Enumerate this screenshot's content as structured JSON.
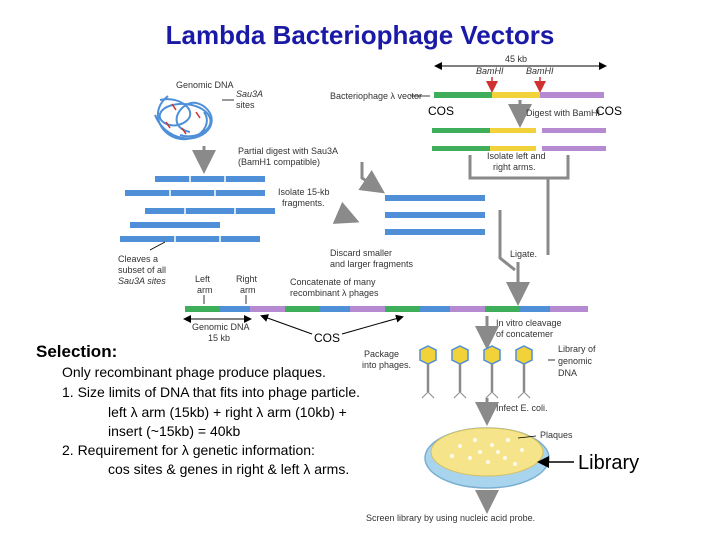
{
  "title": "Lambda Bacteriophage Vectors",
  "top_right": {
    "length_label": "45 kb",
    "bamhi_left": "BamHI",
    "bamhi_right": "BamHI",
    "vector_label": "Bacteriophage λ vector",
    "cos_left": "COS",
    "cos_right": "COS",
    "digest_label": "Digest with BamHI",
    "isolate_arms_line1": "Isolate left and",
    "isolate_arms_line2": "right arms."
  },
  "left_diagram": {
    "genomic_dna": "Genomic DNA",
    "sau3a_line1": "Sau3A",
    "sau3a_line2": "sites",
    "partial_digest_line1": "Partial digest with Sau3A",
    "partial_digest_line2": "(BamH1 compatible)",
    "isolate_line1": "Isolate 15-kb",
    "isolate_line2": "fragments.",
    "discard_line1": "Discard smaller",
    "discard_line2": "and larger fragments",
    "ligate": "Ligate.",
    "cleaves_line1": "Cleaves a",
    "cleaves_line2": "subset of all",
    "cleaves_line3": "Sau3A sites",
    "left_arm_line1": "Left",
    "left_arm_line2": "arm",
    "right_arm_line1": "Right",
    "right_arm_line2": "arm",
    "concat_line1": "Concatenate of many",
    "concat_line2": "recombinant λ phages",
    "genomic_15_line1": "Genomic DNA",
    "genomic_15_line2": "15 kb",
    "cos_bottom": "COS"
  },
  "right_diagram": {
    "in_vitro_line1": "In vitro cleavage",
    "in_vitro_line2": "of concatemer",
    "package_line1": "Package",
    "package_line2": "into phages.",
    "library_line1": "Library of",
    "library_line2": "genomic",
    "library_line3": "DNA",
    "infect": "Infect E. coli.",
    "plaques": "Plaques",
    "screen": "Screen library by using nucleic acid probe."
  },
  "selection": {
    "heading": "Selection:",
    "line1": "Only recombinant phage produce plaques.",
    "line2": "1.  Size limits of DNA that fits into phage particle.",
    "line3": "left λ arm (15kb) + right λ arm (10kb) +",
    "line4": "insert (~15kb) = 40kb",
    "line5": "2.  Requirement for λ genetic information:",
    "line6": "cos sites & genes in right & left λ arms."
  },
  "library_label": "Library",
  "colors": {
    "title": "#1a1aa6",
    "dna_blue": "#4f8fd8",
    "arm_green": "#3fae5a",
    "arm_purple": "#b58ad0",
    "insert_yellow": "#f2d23a",
    "arrow_gray": "#8a8a8a",
    "plate_yellow": "#f5e48a",
    "plate_blue": "#a8d4ee"
  }
}
